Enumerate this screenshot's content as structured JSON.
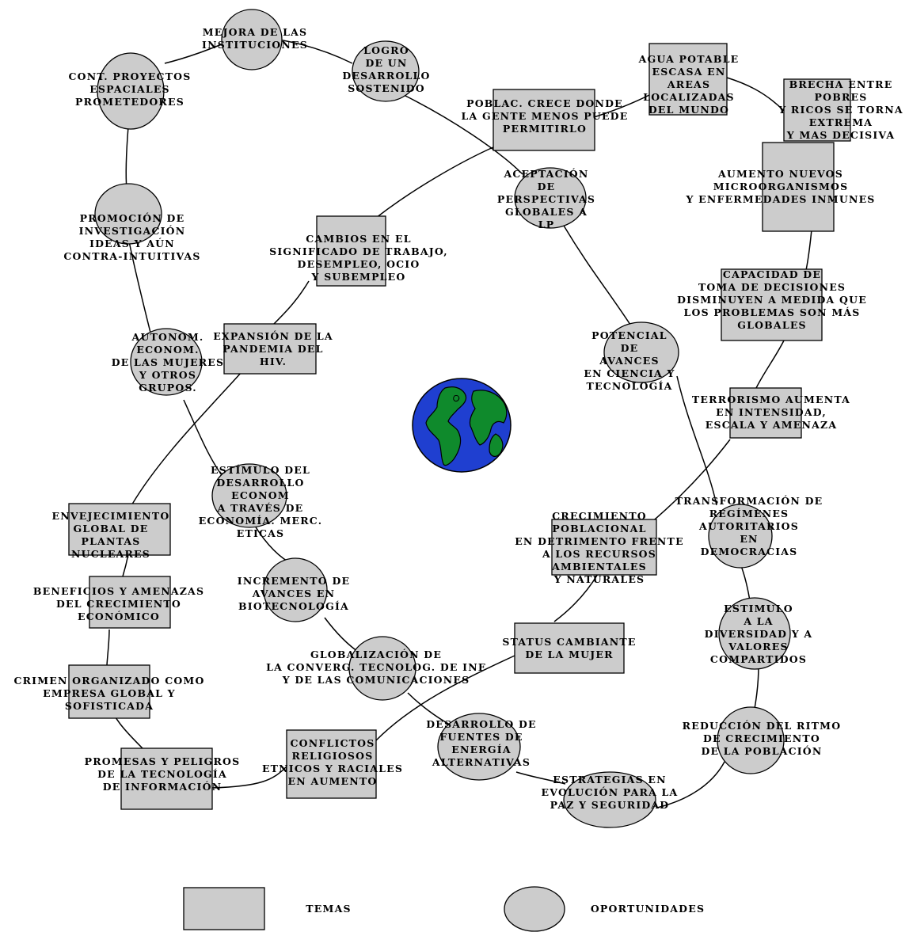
{
  "colors": {
    "node_fill": "#cccccc",
    "stroke": "#000000",
    "ocean": "#1f3fd0",
    "land": "#0f8a2c"
  },
  "nodes": {
    "mejora": [
      "MEJORA DE LAS",
      "INSTITUCIONES"
    ],
    "logro": [
      "LOGRO",
      "DE UN",
      "DESARROLLO",
      "SOSTENIDO"
    ],
    "agua": [
      "AGUA POTABLE",
      "ESCASA EN",
      "AREAS",
      "LOCALIZADAS",
      "DEL MUNDO"
    ],
    "brecha": [
      "BRECHA ENTRE",
      "POBRES",
      "Y RICOS SE TORNA",
      "EXTREMA",
      "Y MAS DECISIVA"
    ],
    "cont": [
      "CONT. PROYECTOS",
      "ESPACIALES",
      "PROMETEDORES"
    ],
    "poblac": [
      "POBLAC. CRECE DONDE",
      "LA GENTE MENOS PUEDE",
      "PERMITIRLO"
    ],
    "aceptacion": [
      "ACEPTACIÓN",
      "DE",
      "PERSPECTIVAS",
      "GLOBALES A",
      "LP"
    ],
    "aumento": [
      "AUMENTO NUEVOS",
      "MICROORGANISMOS",
      "Y ENFERMEDADES INMUNES"
    ],
    "promocion": [
      "PROMOCIÓN DE",
      "INVESTIGACIÓN",
      "IDEAS Y AÚN",
      "CONTRA-INTUITIVAS"
    ],
    "cambios": [
      "CAMBIOS EN EL",
      "SIGNIFICADO  DE TRABAJO,",
      "DESEMPLEO, OCIO",
      "Y SUBEMPLEO"
    ],
    "capacidad": [
      "CAPACIDAD DE",
      "TOMA DE DECISIONES",
      "DISMINUYEN A MEDIDA QUE",
      "LOS PROBLEMAS SON MÁS",
      "GLOBALES"
    ],
    "autonom": [
      "AUTONOM.",
      "ECONOM.",
      "DE LAS MUJERES",
      "Y OTROS",
      "GRUPOS."
    ],
    "expansion": [
      "EXPANSIÓN DE LA",
      "PANDEMIA DEL",
      "HIV."
    ],
    "potencial": [
      "POTENCIAL",
      "DE",
      "AVANCES",
      "EN CIENCIA Y",
      "TECNOLOGÍA"
    ],
    "terrorismo": [
      "TERRORISMO AUMENTA",
      "EN INTENSIDAD,",
      "ESCALA Y AMENAZA"
    ],
    "estimulo_des": [
      "ESTÍMULO DEL",
      "DESARROLLO",
      "ECONOM",
      "A TRAVÉS DE",
      "ECONOMÍA. MERC.",
      "ETICAS"
    ],
    "envejecimiento": [
      "ENVEJECIMIENTO",
      "GLOBAL DE",
      "PLANTAS",
      "NUCLEARES"
    ],
    "crecimiento": [
      "CRECIMIENTO",
      "POBLACIONAL",
      "EN DETRIMENTO  FRENTE",
      "A LOS RECURSOS",
      "AMBIENTALES",
      "Y NATURALES"
    ],
    "transformacion": [
      "TRANSFORMACIÓN DE",
      "REGÍMENES",
      "AUTORITARIOS",
      "EN",
      "DEMOCRACIAS"
    ],
    "beneficios": [
      "BENEFICIOS Y AMENAZAS",
      "DEL CRECIMIENTO",
      "ECONÓMICO"
    ],
    "incremento": [
      "INCREMENTO DE",
      "AVANCES EN",
      "BIOTECNOLOGÍA"
    ],
    "estimulo_div": [
      "ESTIMULO",
      "A LA",
      "DIVERSIDAD Y A",
      "VALORES",
      "COMPARTIDOS"
    ],
    "status": [
      "STATUS CAMBIANTE",
      "DE LA MUJER"
    ],
    "globalizacion": [
      "GLOBALIZACIÓN DE",
      "LA CONVERG. TECNOLOG. DE INF",
      "Y DE LAS COMUNICACIONES"
    ],
    "crimen": [
      "CRIMEN ORGANIZADO COMO",
      "EMPRESA GLOBAL Y",
      "SOFISTICADA"
    ],
    "desarrollo_fuentes": [
      "DESARROLLO DE",
      "FUENTES DE",
      "ENERGÍA",
      "ALTERNATIVAS"
    ],
    "reduccion": [
      "REDUCCIÓN DEL RITMO",
      "DE CRECIMIENTO",
      "DE LA POBLACIÓN"
    ],
    "conflictos": [
      "CONFLICTOS",
      "RELIGIOSOS",
      "ETNICOS Y RACIALES",
      "EN AUMENTO"
    ],
    "promesas": [
      "PROMESAS Y PELIGROS",
      "DE LA TECNOLOGÍA",
      "DE INFORMACIÓN"
    ],
    "estrategias": [
      "ESTRATEGIAS EN",
      "EVOLUCIÓN PARA LA",
      "PAZ Y SEGURIDAD"
    ]
  },
  "legend": {
    "temas": "TEMAS",
    "oportunidades": "OPORTUNIDADES"
  }
}
